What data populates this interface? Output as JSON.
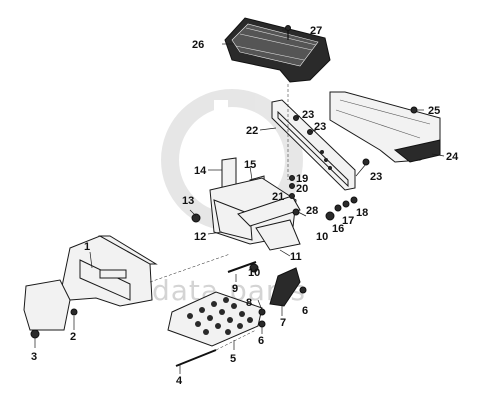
{
  "watermark": {
    "text": "data parts"
  },
  "callouts": [
    {
      "id": "c1",
      "text": "1"
    },
    {
      "id": "c2",
      "text": "2"
    },
    {
      "id": "c3",
      "text": "3"
    },
    {
      "id": "c4",
      "text": "4"
    },
    {
      "id": "c5",
      "text": "5"
    },
    {
      "id": "c6",
      "text": "6"
    },
    {
      "id": "c7",
      "text": "7"
    },
    {
      "id": "c8",
      "text": "8"
    },
    {
      "id": "c9",
      "text": "9"
    },
    {
      "id": "c10a",
      "text": "10"
    },
    {
      "id": "c10b",
      "text": "10"
    },
    {
      "id": "c11",
      "text": "11"
    },
    {
      "id": "c12",
      "text": "12"
    },
    {
      "id": "c13",
      "text": "13"
    },
    {
      "id": "c14",
      "text": "14"
    },
    {
      "id": "c15",
      "text": "15"
    },
    {
      "id": "c16",
      "text": "16"
    },
    {
      "id": "c17",
      "text": "17"
    },
    {
      "id": "c18",
      "text": "18"
    },
    {
      "id": "c19",
      "text": "19"
    },
    {
      "id": "c20",
      "text": "20"
    },
    {
      "id": "c21",
      "text": "21"
    },
    {
      "id": "c22",
      "text": "22"
    },
    {
      "id": "c23a",
      "text": "23"
    },
    {
      "id": "c23b",
      "text": "23"
    },
    {
      "id": "c23c",
      "text": "23"
    },
    {
      "id": "c24",
      "text": "24"
    },
    {
      "id": "c25",
      "text": "25"
    },
    {
      "id": "c26",
      "text": "26"
    },
    {
      "id": "c27",
      "text": "27"
    },
    {
      "id": "c28",
      "text": "28"
    }
  ]
}
